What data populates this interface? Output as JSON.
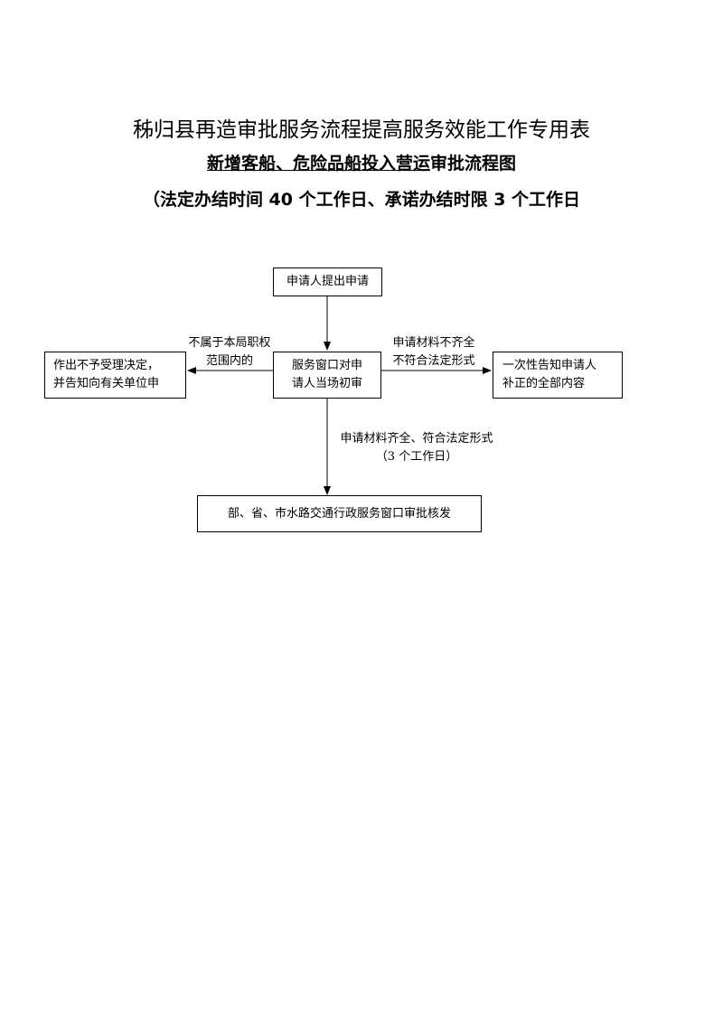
{
  "header": {
    "title": "秭归县再造审批服务流程提高服务效能工作专用表",
    "subtitle_underlined": "新增客船、危险品船投入营运",
    "subtitle_rest": "审批流程图",
    "time_limit": "（法定办结时间 40 个工作日、承诺办结时限 3 个工作日"
  },
  "flow": {
    "start": "申请人提出申请",
    "center": [
      "服务窗口对申",
      "请人当场初审"
    ],
    "left": [
      "作出不予受理决定，",
      "并告知向有关单位申"
    ],
    "right": [
      "一次性告知申请人",
      "补正的全部内容"
    ],
    "bottom": "部、省、市水路交通行政服务窗口审批核发",
    "label_left": [
      "不属于本局职权",
      "范围内的"
    ],
    "label_right": [
      "申请材料不齐全",
      "不符合法定形式"
    ],
    "label_down": [
      "申请材料齐全、符合法定形式",
      "（3 个工作日）"
    ]
  }
}
